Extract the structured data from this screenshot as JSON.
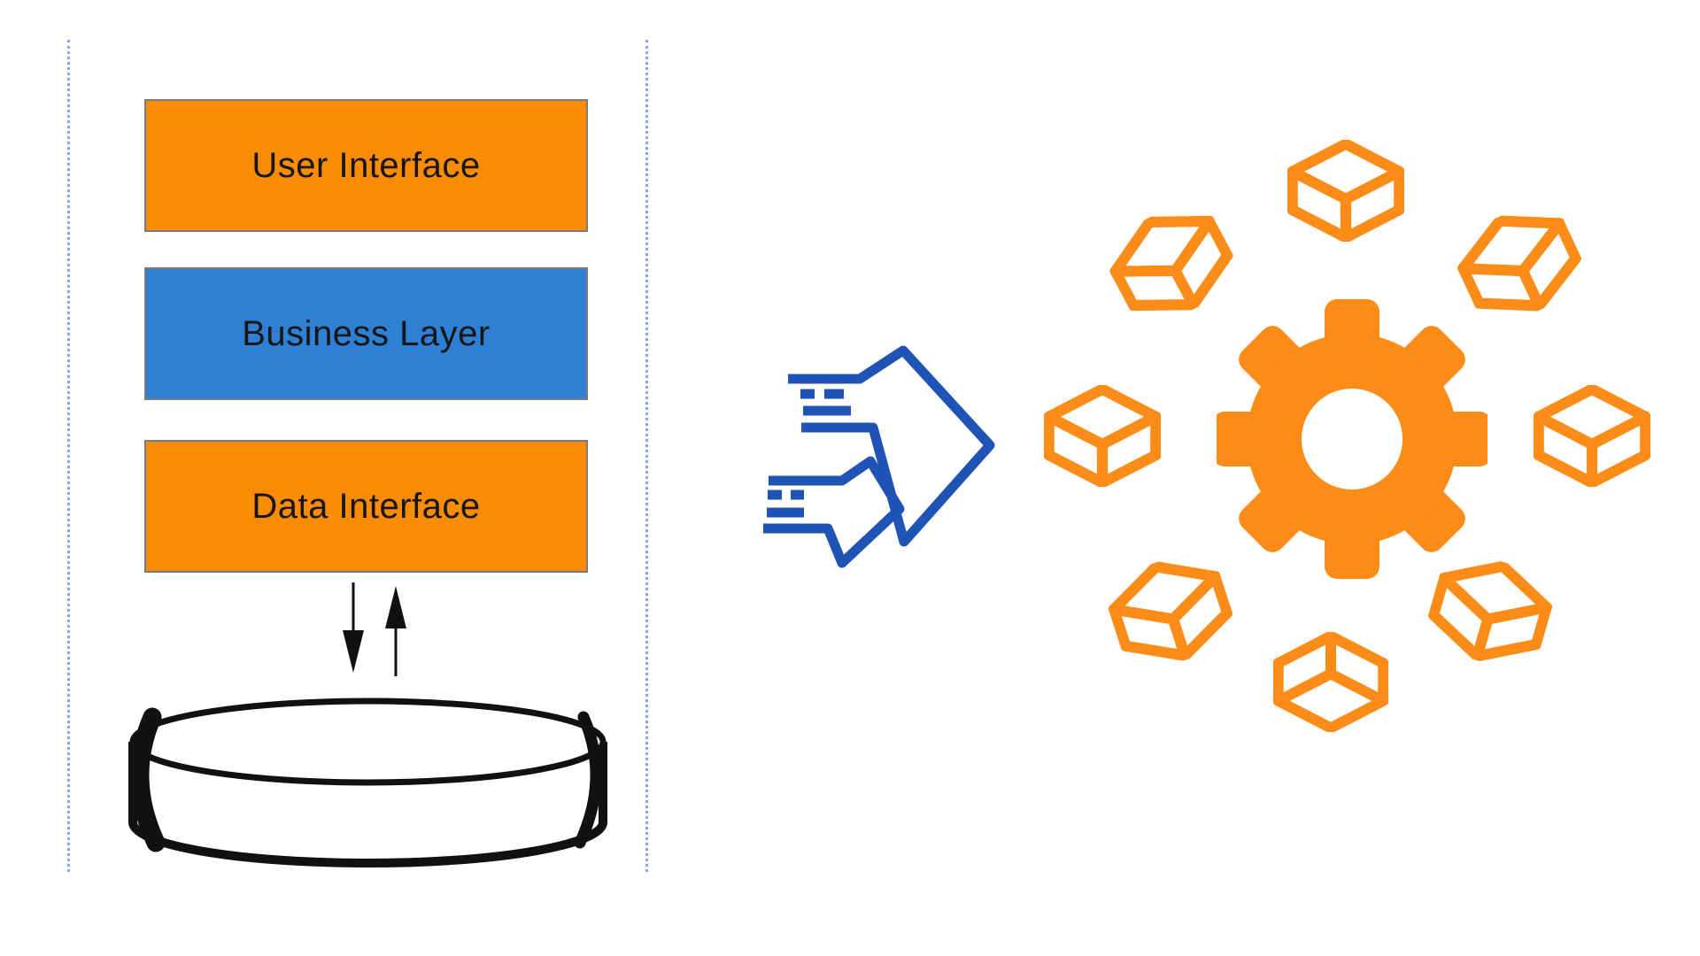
{
  "layers": [
    {
      "label": "User Interface",
      "fill": "#f98b05"
    },
    {
      "label": "Business Layer",
      "fill": "#2e80d4"
    },
    {
      "label": "Data Interface",
      "fill": "#f98b05"
    }
  ],
  "colors": {
    "background": "#ffffff",
    "layer_text": "#161616",
    "layer_border": "#7a7a7a",
    "guide_line": "#8aa7e0",
    "outline_black": "#111111",
    "request_arrow_blue": "#1f53b5",
    "icon_orange": "#fb8c17"
  },
  "icons": {
    "down_arrow": "down-arrow",
    "up_arrow": "up-arrow",
    "database": "database-cylinder",
    "requests": "fast-incoming-arrows",
    "gear": "gear",
    "cube": "cube",
    "cube_count": 8
  }
}
